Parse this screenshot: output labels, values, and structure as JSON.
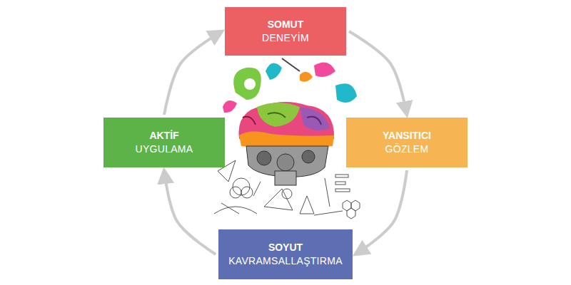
{
  "diagram": {
    "nodes": [
      {
        "text": [
          "SOMUT",
          "DENEYİM"
        ]
      },
      {
        "text": [
          "YANSITICI",
          "GÖZLEM"
        ]
      },
      {
        "text": [
          "SOYUT",
          "KAVRAMSALLAŞTIRMA"
        ]
      },
      {
        "text": [
          "AKTİF",
          "UYGULAMA"
        ]
      }
    ],
    "edges": [
      {
        "from": 0,
        "to": 1,
        "arrow": "to"
      },
      {
        "from": 1,
        "to": 2,
        "arrow": "to"
      },
      {
        "from": 2,
        "to": 3,
        "arrow": "to"
      },
      {
        "from": 3,
        "to": 0,
        "arrow": "to"
      }
    ]
  }
}
